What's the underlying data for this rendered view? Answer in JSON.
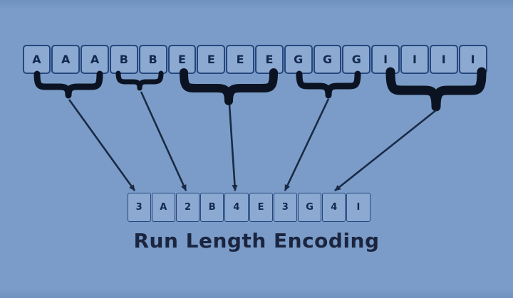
{
  "title": "Run Length Encoding",
  "colors": {
    "background": "#7b9cc8",
    "background_edge": "#6e91bd",
    "cell_fill": "#8ca9d2",
    "cell_border": "#24477d",
    "glyph": "#12294e",
    "brace": "#0b1322",
    "arrow": "#1a2a45",
    "title": "#1b2540"
  },
  "top_row": {
    "cells": [
      "A",
      "A",
      "A",
      "B",
      "B",
      "E",
      "E",
      "E",
      "E",
      "G",
      "G",
      "G",
      "I",
      "I",
      "I",
      "I"
    ]
  },
  "bottom_row": {
    "cells": [
      "3",
      "A",
      "2",
      "B",
      "4",
      "E",
      "3",
      "G",
      "4",
      "I"
    ]
  },
  "groups": [
    {
      "symbol": "A",
      "count": 3
    },
    {
      "symbol": "B",
      "count": 2
    },
    {
      "symbol": "E",
      "count": 4
    },
    {
      "symbol": "G",
      "count": 3
    },
    {
      "symbol": "I",
      "count": 4
    }
  ]
}
